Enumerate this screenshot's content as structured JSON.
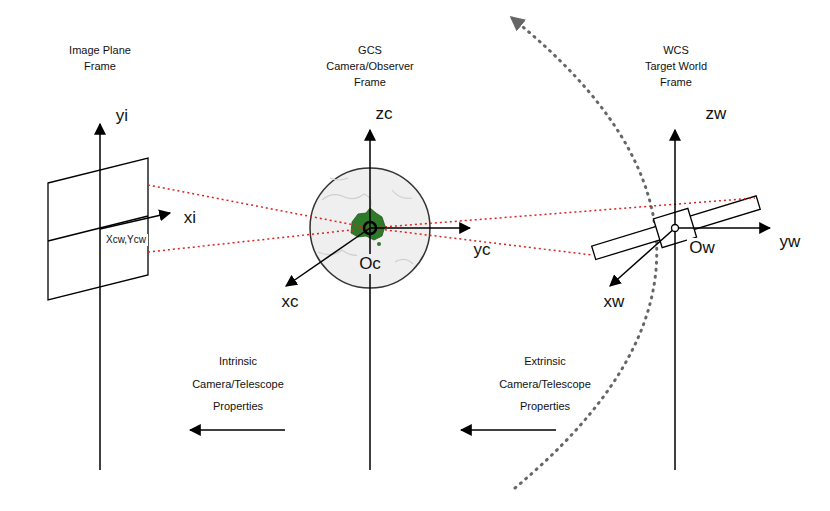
{
  "diagram": {
    "labels": [
      "Image Plane Frame",
      "yi",
      "xi",
      "Xcw,Ycw",
      "GCS",
      "Camera/Observer Frame",
      "zc",
      "yc",
      "xc",
      "Oc",
      "WCS",
      "Target World Frame",
      "zw",
      "yw",
      "xw",
      "Ow",
      "Intrinsic Camera/Telescope Properties",
      "Extrinsic Camera/Telescope Properties"
    ]
  }
}
